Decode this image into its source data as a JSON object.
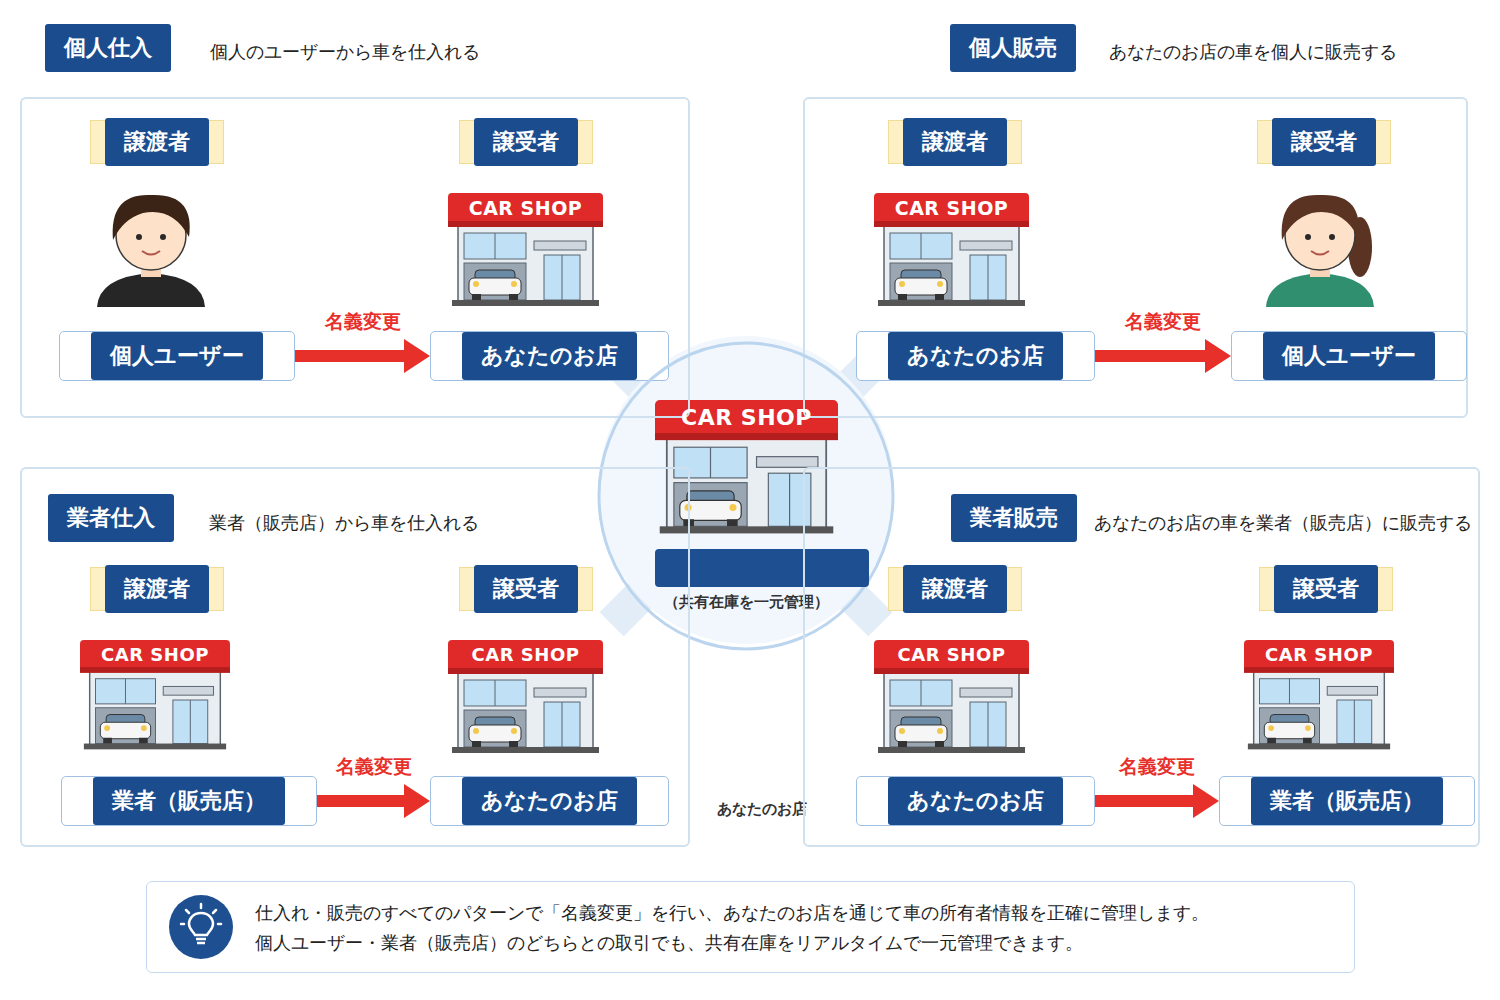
{
  "diagram": {
    "nodes": [
      {
        "text": [
          "個人仕入",
          "個人のユーザーから車を仕入れる"
        ]
      },
      {
        "text": [
          "譲渡者"
        ],
        "in": 0
      },
      {
        "text": [
          "譲受者"
        ],
        "in": 0
      },
      {
        "text": [
          "個人ユーザー"
        ],
        "in": 0
      },
      {
        "text": [
          "あなたのお店"
        ],
        "in": 0
      },
      {
        "text": [
          "個人販売",
          "あなたのお店の車を個人に販売する"
        ]
      },
      {
        "text": [
          "譲渡者"
        ],
        "in": 5
      },
      {
        "text": [
          "譲受者"
        ],
        "in": 5
      },
      {
        "text": [
          "あなたのお店"
        ],
        "in": 5
      },
      {
        "text": [
          "個人ユーザー"
        ],
        "in": 5
      },
      {
        "text": [
          "（共有在庫を一元管理）"
        ]
      },
      {
        "text": [
          "あなたのお店"
        ],
        "in": 10
      },
      {
        "text": [
          "業者仕入",
          "業者（販売店）から車を仕入れる"
        ]
      },
      {
        "text": [
          "譲渡者"
        ],
        "in": 12
      },
      {
        "text": [
          "譲受者"
        ],
        "in": 12
      },
      {
        "text": [
          "業者（販売店）"
        ],
        "in": 12
      },
      {
        "text": [
          "あなたのお店"
        ],
        "in": 12
      },
      {
        "text": [
          "業者販売",
          "あなたのお店の車を業者（販売店）に販売する"
        ]
      },
      {
        "text": [
          "譲渡者"
        ],
        "in": 17
      },
      {
        "text": [
          "譲受者"
        ],
        "in": 17
      },
      {
        "text": [
          "あなたのお店"
        ],
        "in": 17
      },
      {
        "text": [
          "業者（販売店）"
        ],
        "in": 17
      },
      {
        "text": [
          "仕入れ・販売のすべてのパターンで「名義変更」を行い、あなたのお店を通じて車の所有者情報を正確に管理します。",
          "個人ユーザー・業者（販売店）のどちらとの取引でも、共有在庫をリアルタイムで一元管理できます。"
        ]
      }
    ],
    "edges": [
      {
        "from": 3,
        "to": 4,
        "label": "名義変更",
        "arrow": "to"
      },
      {
        "from": 8,
        "to": 9,
        "label": "名義変更",
        "arrow": "to"
      },
      {
        "from": 15,
        "to": 16,
        "label": "名義変更",
        "arrow": "to"
      },
      {
        "from": 20,
        "to": 21,
        "label": "名義変更",
        "arrow": "to"
      }
    ],
    "labels": [
      "CAR SHOP",
      "CAR SHOP",
      "CAR SHOP",
      "CAR SHOP",
      "CAR SHOP",
      "CAR SHOP",
      "CAR SHOP"
    ]
  }
}
